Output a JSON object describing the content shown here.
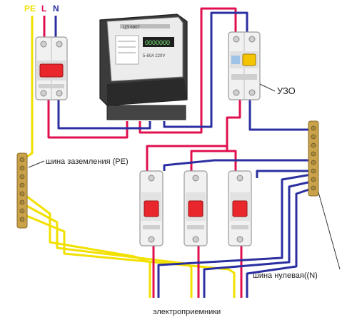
{
  "terminals": {
    "pe": "PE",
    "l": "L",
    "n": "N"
  },
  "labels": {
    "rcd": "УЗО",
    "ground_bus": "шина заземления (PE)",
    "neutral_bus": "шина нулевая((N)",
    "consumers": "электроприемники"
  },
  "colors": {
    "phase_wire": "#e0104e",
    "neutral_wire": "#2b2fa0",
    "ground_wire": "#f2e000",
    "breaker_body": "#f1f1f1",
    "breaker_toggle": "#e8262b",
    "meter_body": "#3b3b3b",
    "bus_bar": "#c9a24a",
    "rcd_toggle": "#f5c400",
    "label_text": "#222222"
  },
  "meter": {
    "display_text": "0000000",
    "brand_text": "ЦЭ 6807",
    "spec_text": "5-60A 220V"
  }
}
